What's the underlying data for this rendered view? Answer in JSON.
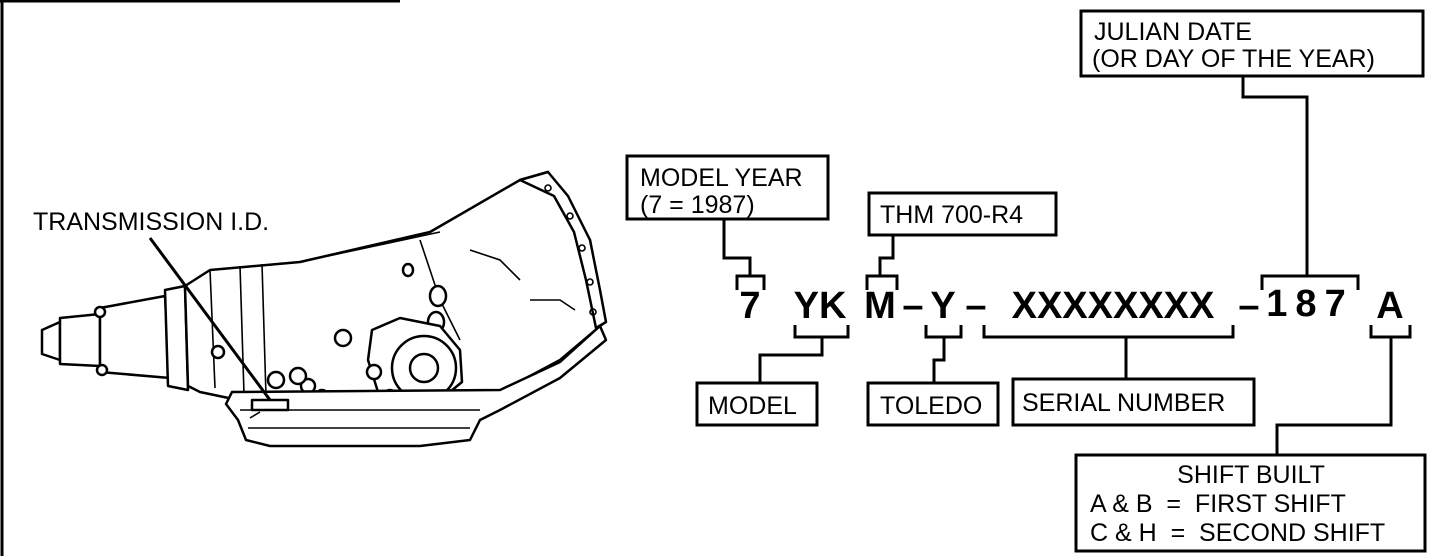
{
  "transmission_label": "TRANSMISSION I.D.",
  "callouts": {
    "model_year": [
      "MODEL YEAR",
      "(7 = 1987)"
    ],
    "thm": "THM 700-R4",
    "julian": [
      "JULIAN DATE",
      "(OR DAY OF THE YEAR)"
    ],
    "model": "MODEL",
    "toledo": "TOLEDO",
    "serial": "SERIAL NUMBER",
    "shift": [
      "SHIFT BUILT",
      "A & B  =  FIRST SHIFT",
      "C & H  =  SECOND SHIFT"
    ]
  },
  "code": {
    "year": "7",
    "model": "YK",
    "thm": "M",
    "dash1": "–",
    "plant": "Y",
    "dash2": "–",
    "serial": "XXXXXXXX",
    "dash3": "–",
    "julian": "187",
    "shift": "A"
  }
}
